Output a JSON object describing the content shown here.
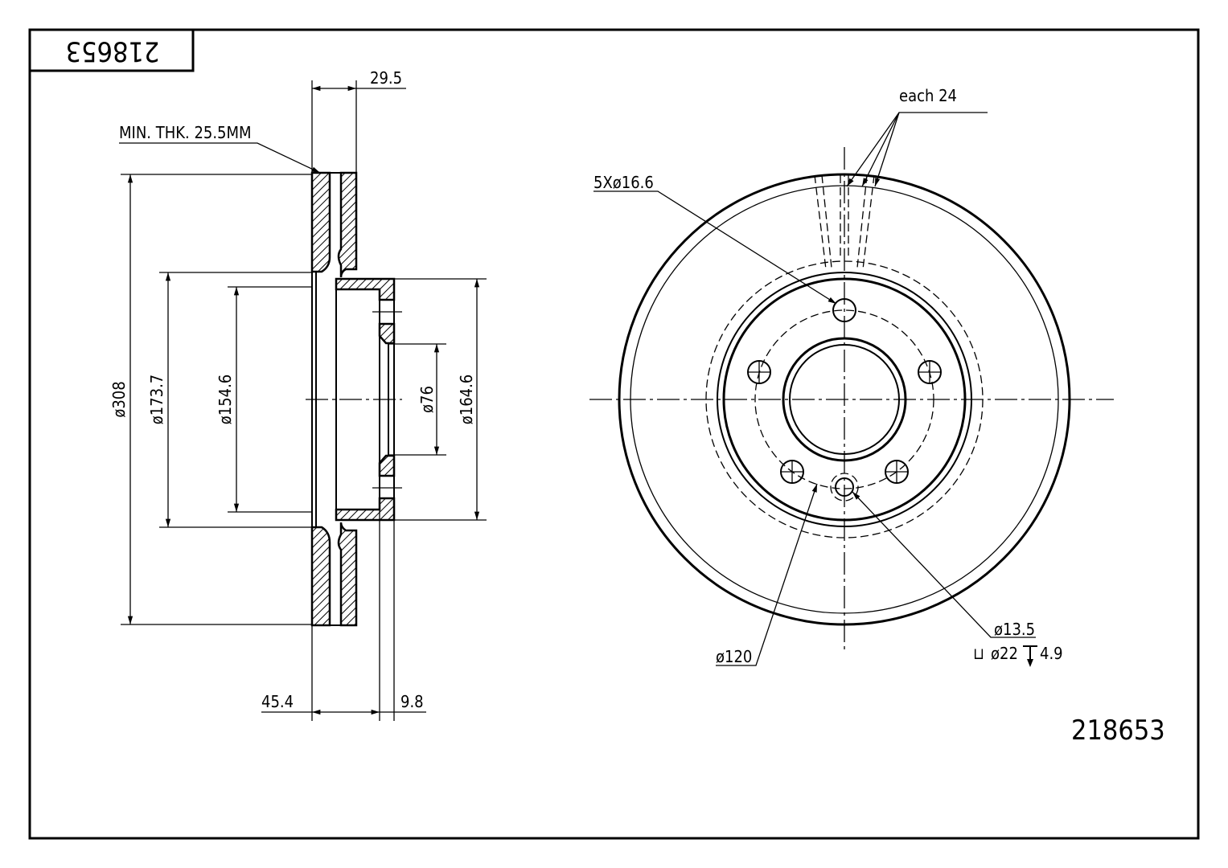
{
  "title_block": {
    "part_number_mirrored": "218653"
  },
  "part_number": "218653",
  "section_view": {
    "total_width": "29.5",
    "min_thickness": "MIN. THK. 25.5MM",
    "outer_diameter": "ø308",
    "diameter_173": "ø173.7",
    "diameter_154": "ø154.6",
    "bore_diameter": "ø76",
    "hub_diameter": "ø164.6",
    "offset": "45.4",
    "hub_thickness": "9.8"
  },
  "front_view": {
    "vanes": "each 24",
    "bolt_holes": "5Xø16.6",
    "pitch_circle": "ø120",
    "small_hole": "ø13.5",
    "counterbore_symbol": "⊔",
    "counterbore_diameter": "ø22",
    "counterbore_depth": "4.9"
  }
}
